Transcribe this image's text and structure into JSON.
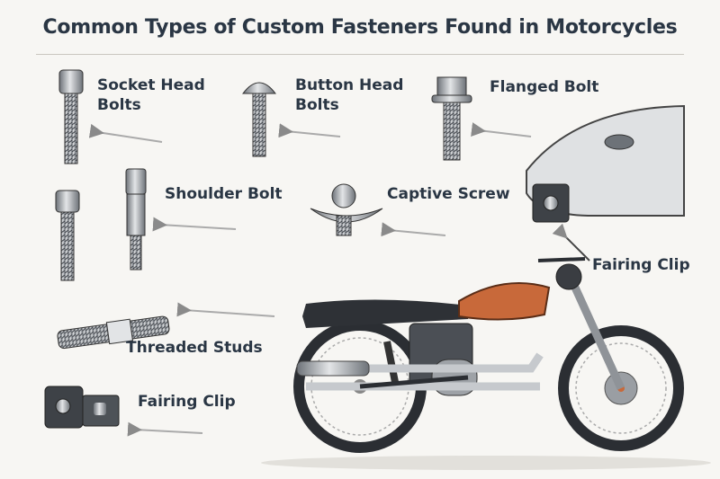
{
  "title": "Common Types of Custom Fasteners Found in Motorcycles",
  "labels": {
    "socket_head_line1": "Socket Head",
    "socket_head_line2": "Bolts",
    "button_head_line1": "Button Head",
    "button_head_line2": "Bolts",
    "flanged_bolt": "Flanged Bolt",
    "shoulder_bolt": "Shoulder Bolt",
    "captive_screw": "Captive Screw",
    "fairing_clip_right": "Fairing Clip",
    "threaded_studs": "Threaded Studs",
    "fairing_clip_left": "Fairing Clip"
  },
  "colors": {
    "text": "#2a3644",
    "steel": "#a9adb2",
    "tank": "#c8693a",
    "background": "#f7f6f3"
  }
}
